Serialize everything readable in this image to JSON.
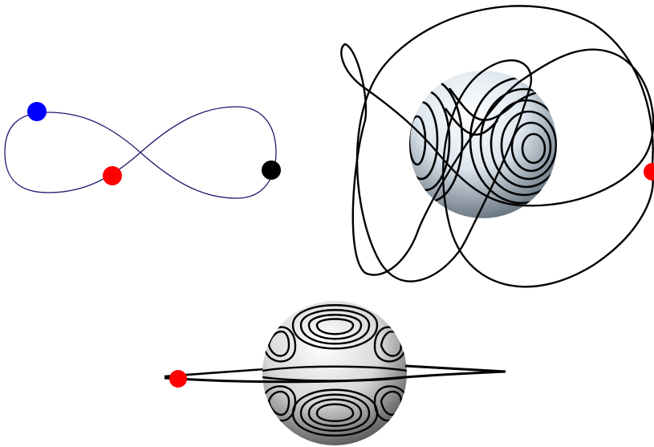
{
  "panels": [
    {
      "id": "figure-eight-orbit",
      "body_colors": [
        "#0000ff",
        "#ff0000",
        "#000000"
      ],
      "curve_color": "#1a1a6e"
    },
    {
      "id": "sphere-orbit-top",
      "marker_color": "#ff0000",
      "curve_color": "#000000"
    },
    {
      "id": "sphere-orbit-bottom",
      "marker_color": "#ff0000",
      "curve_color": "#000000"
    }
  ]
}
